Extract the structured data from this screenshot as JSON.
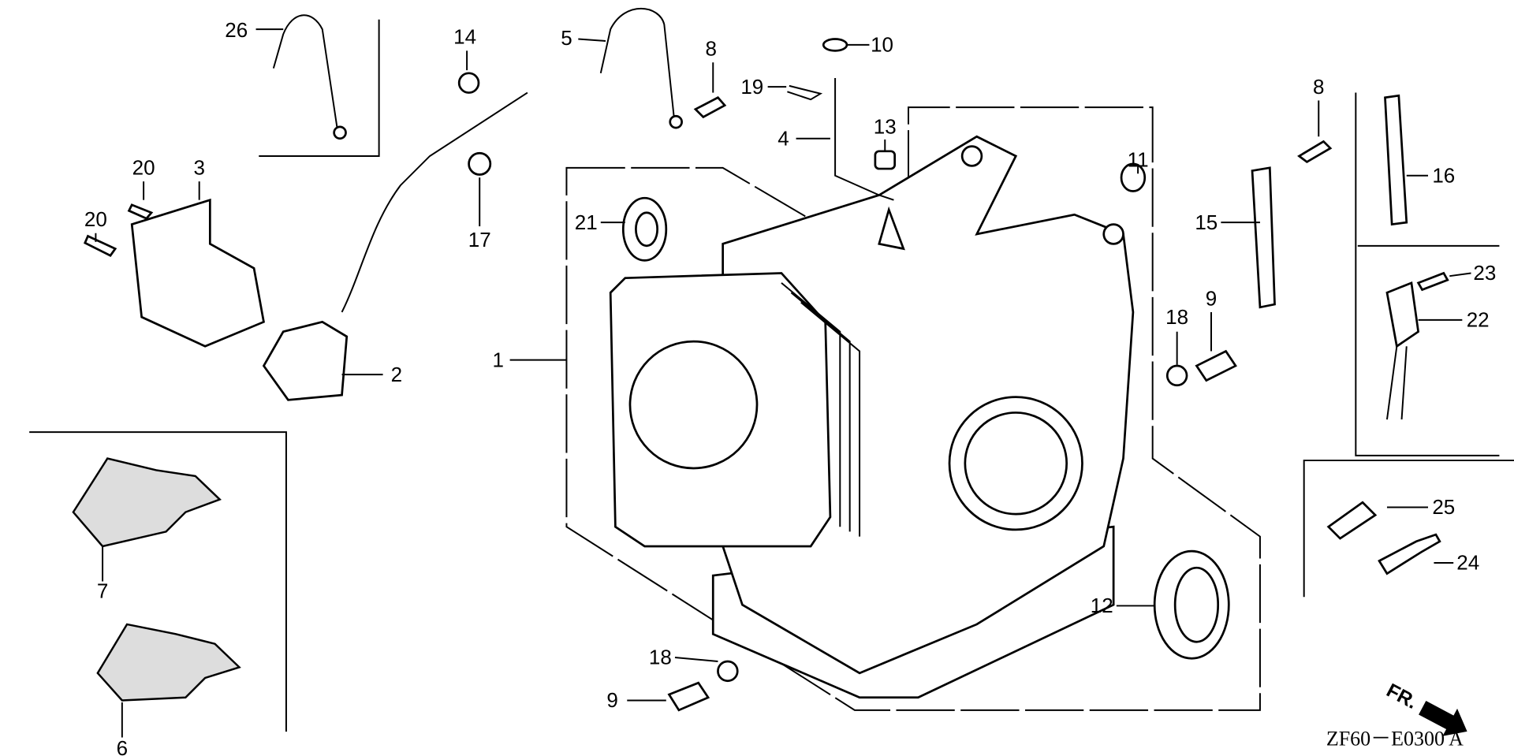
{
  "diagram": {
    "drawing_code": "ZF60－E0300 A",
    "front_marker": "FR.",
    "callouts": [
      "26",
      "14",
      "5",
      "8",
      "10",
      "19",
      "4",
      "13",
      "11",
      "21",
      "20",
      "3",
      "20",
      "17",
      "1",
      "2",
      "8",
      "16",
      "15",
      "9",
      "18",
      "23",
      "22",
      "25",
      "24",
      "12",
      "18",
      "9",
      "7",
      "6"
    ]
  }
}
